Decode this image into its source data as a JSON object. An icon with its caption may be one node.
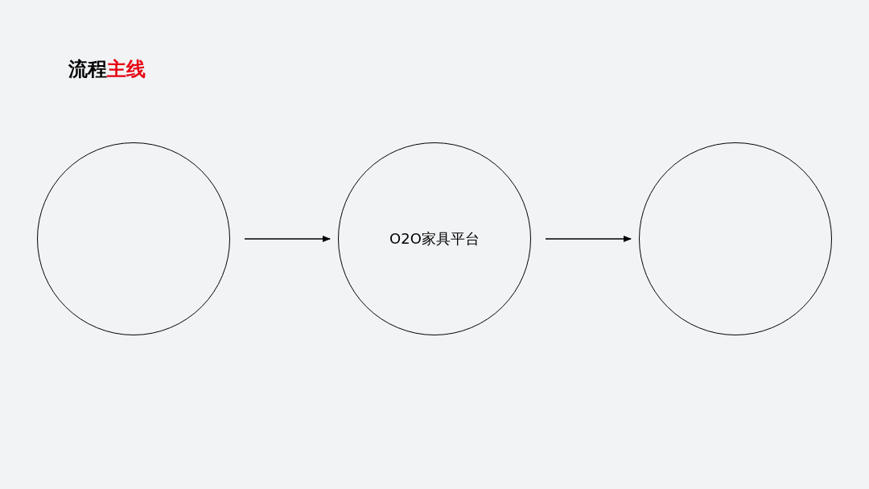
{
  "diagram": {
    "title": "流程主线",
    "nodes": [
      {
        "text": [],
        "shape": "circle"
      },
      {
        "text": [
          "O2O家具平台"
        ]
      },
      {
        "text": [],
        "shape": "circle"
      }
    ],
    "edges": [
      {
        "from": 0,
        "to": 1,
        "arrow": "to"
      },
      {
        "from": 1,
        "to": 2,
        "arrow": "to"
      }
    ]
  }
}
